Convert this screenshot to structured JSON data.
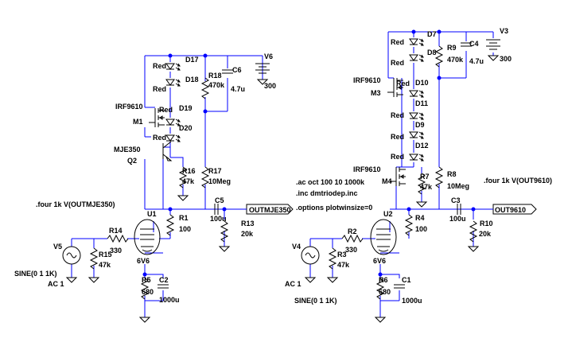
{
  "colors": {
    "wire": "#0000ff",
    "component": "#000000",
    "background": "#ffffff"
  },
  "left": {
    "directive_four": ".four 1k V(OUTMJE350)",
    "out_label": "OUTMJE350",
    "mosfet": {
      "model": "IRF9610",
      "ref": "M1"
    },
    "bjt": {
      "model": "MJE350",
      "ref": "Q2"
    },
    "tube": {
      "ref": "U1",
      "model": "6V6"
    },
    "source_v": {
      "ref": "V6",
      "value": "300"
    },
    "sine": {
      "ref": "V5",
      "spec": "SINE(0 1 1K)",
      "ac": "AC 1"
    },
    "leds": [
      {
        "ref": "D17",
        "label": "Red"
      },
      {
        "ref": "D18",
        "label": "Red"
      },
      {
        "ref": "D19",
        "label": "Red"
      },
      {
        "ref": "D20",
        "label": "Red"
      }
    ],
    "r18": {
      "ref": "R18",
      "value": "470k"
    },
    "c6": {
      "ref": "C6",
      "value": "4.7u"
    },
    "r16": {
      "ref": "R16",
      "value": "47k"
    },
    "r17": {
      "ref": "R17",
      "value": "10Meg"
    },
    "c5": {
      "ref": "C5",
      "value": "100u"
    },
    "r13": {
      "ref": "R13",
      "value": "20k"
    },
    "r1": {
      "ref": "R1",
      "value": "100"
    },
    "r14": {
      "ref": "R14",
      "value": "330"
    },
    "r15": {
      "ref": "R15",
      "value": "47k"
    },
    "r5": {
      "ref": "R5",
      "value": "680"
    },
    "c2": {
      "ref": "C2",
      "value": "1000u"
    }
  },
  "right": {
    "directive_four": ".four 1k V(OUT9610)",
    "directive_ac": ".ac oct 100 10 1000k",
    "directive_inc": ".inc dmtriodep.inc",
    "directive_options": ".options plotwinsize=0",
    "out_label": "OUT9610",
    "mosfet_top": {
      "model": "IRF9610",
      "ref": "M3"
    },
    "mosfet_bot": {
      "model": "IRF9610",
      "ref": "M4"
    },
    "tube": {
      "ref": "U2",
      "model": "6V6"
    },
    "source_v": {
      "ref": "V3",
      "value": "300"
    },
    "sine": {
      "ref": "V4",
      "spec": "SINE(0 1 1K)",
      "ac": "AC 1"
    },
    "leds": [
      {
        "ref": "D7",
        "label": "Red"
      },
      {
        "ref": "D8",
        "label": "Red"
      },
      {
        "ref": "D10",
        "label": "Red"
      },
      {
        "ref": "D11",
        "label": "Red"
      },
      {
        "ref": "D9",
        "label": "Red"
      },
      {
        "ref": "D12",
        "label": "Red"
      }
    ],
    "r9": {
      "ref": "R9",
      "value": "470k"
    },
    "c4": {
      "ref": "C4",
      "value": "4.7u"
    },
    "r7": {
      "ref": "R7",
      "value": "47k"
    },
    "r8": {
      "ref": "R8",
      "value": "10Meg"
    },
    "c3": {
      "ref": "C3",
      "value": "100u"
    },
    "r10": {
      "ref": "R10",
      "value": "20k"
    },
    "r4": {
      "ref": "R4",
      "value": "100"
    },
    "r2": {
      "ref": "R2",
      "value": "330"
    },
    "r3": {
      "ref": "R3",
      "value": "47k"
    },
    "r6": {
      "ref": "R6",
      "value": "680"
    },
    "c1": {
      "ref": "C1",
      "value": "1000u"
    }
  }
}
